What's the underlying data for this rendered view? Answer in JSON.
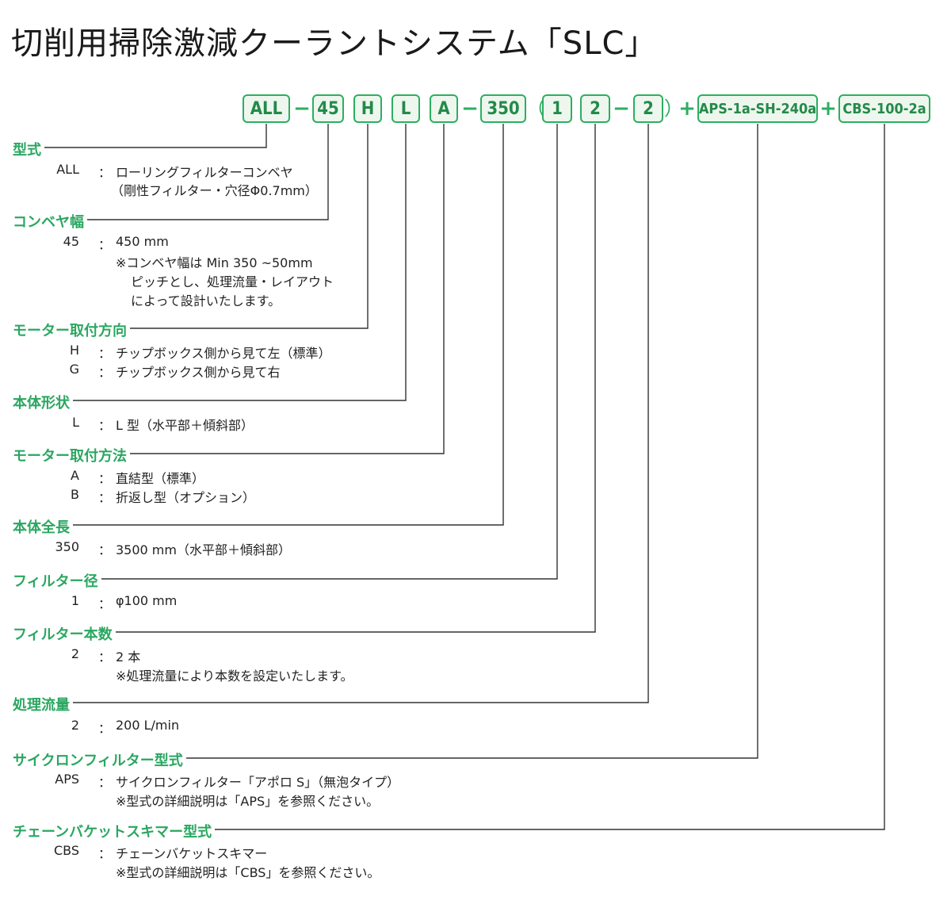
{
  "title": "切削用掃除激減クーラントシステム「SLC」",
  "code": {
    "boxes": [
      "ALL",
      "45",
      "H",
      "L",
      "A",
      "350",
      "1",
      "2",
      "2",
      "APS-1a-SH-240a",
      "CBS-100-2a"
    ],
    "dash": "−",
    "paren_open": "（",
    "paren_close": "）",
    "plus": "+"
  },
  "sections": [
    {
      "label": "型式",
      "items": [
        {
          "code": "ALL",
          "desc": "ローリングフィルターコンベヤ"
        },
        {
          "code": "",
          "desc": "（剛性フィルター・穴径Φ0.7mm）"
        }
      ]
    },
    {
      "label": "コンベヤ幅",
      "items": [
        {
          "code": "45",
          "desc": "450 mm"
        },
        {
          "code": "",
          "desc": "※コンベヤ幅は Min 350 ~50mm"
        },
        {
          "code": "",
          "desc": "ピッチとし、処理流量・レイアウト"
        },
        {
          "code": "",
          "desc": "によって設計いたします。"
        }
      ]
    },
    {
      "label": "モーター取付方向",
      "items": [
        {
          "code": "H",
          "desc": "チップボックス側から見て左（標準）"
        },
        {
          "code": "G",
          "desc": "チップボックス側から見て右"
        }
      ]
    },
    {
      "label": "本体形状",
      "items": [
        {
          "code": "L",
          "desc": "L 型（水平部＋傾斜部）"
        }
      ]
    },
    {
      "label": "モーター取付方法",
      "items": [
        {
          "code": "A",
          "desc": "直結型（標準）"
        },
        {
          "code": "B",
          "desc": "折返し型（オプション）"
        }
      ]
    },
    {
      "label": "本体全長",
      "items": [
        {
          "code": "350",
          "desc": "3500 mm（水平部＋傾斜部）"
        }
      ]
    },
    {
      "label": "フィルター径",
      "items": [
        {
          "code": "1",
          "desc": "φ100 mm"
        }
      ]
    },
    {
      "label": "フィルター本数",
      "items": [
        {
          "code": "2",
          "desc": "2 本"
        },
        {
          "code": "",
          "desc": "※処理流量により本数を設定いたします。"
        }
      ]
    },
    {
      "label": "処理流量",
      "items": [
        {
          "code": "2",
          "desc": "200 L/min"
        }
      ]
    },
    {
      "label": "サイクロンフィルター型式",
      "items": [
        {
          "code": "APS",
          "desc": "サイクロンフィルター「アポロ S」（無泡タイプ）"
        },
        {
          "code": "",
          "desc": "※型式の詳細説明は「APS」を参照ください。"
        }
      ]
    },
    {
      "label": "チェーンバケットスキマー型式",
      "items": [
        {
          "code": "CBS",
          "desc": "チェーンバケットスキマー"
        },
        {
          "code": "",
          "desc": "※型式の詳細説明は「CBS」を参照ください。"
        }
      ]
    }
  ],
  "colon": "：",
  "colors": {
    "accent": "#2aa760",
    "box_fill": "#eef7ee",
    "line": "#333333"
  }
}
